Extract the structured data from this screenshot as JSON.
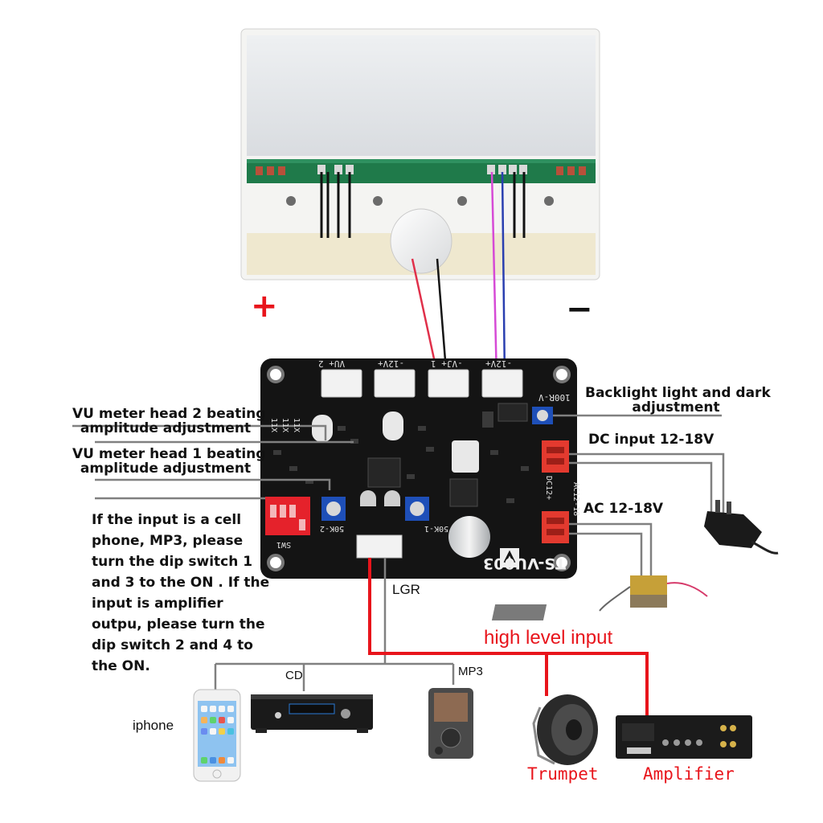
{
  "diagram": {
    "callouts": {
      "backlight": [
        "Backlight light and dark",
        "adjustment"
      ],
      "dc_input": "DC input 12-18V",
      "ac_input": "AC 12-18V",
      "vu2": [
        "VU meter head 2 beating",
        "amplitude adjustment"
      ],
      "vu1": [
        "VU meter head 1 beating",
        "amplitude adjustment"
      ],
      "dip_note": "If the input is a cell phone, MP3, please turn the dip switch 1 and 3 to the ON . If the input is amplifier outpu, please turn the dip switch 2 and 4 to the ON."
    },
    "signs": {
      "plus": "+",
      "minus": "−"
    },
    "connector_label": "LGR",
    "high_level_input": "high level input",
    "sources": {
      "iphone": "iphone",
      "cd": "CD",
      "mp3": "MP3"
    },
    "outputs": {
      "trumpet": "Trumpet",
      "amplifier": "Amplifier"
    },
    "board": {
      "model": "TS-VU003",
      "headers": [
        "VU+ 2",
        "-12V+",
        "-VJ+ 1",
        "-12V+"
      ],
      "marks": [
        "100R-V",
        "DC12+",
        "AC12-18",
        "50K-2",
        "50K-1",
        "SW1",
        "11X",
        "11X",
        "11X"
      ]
    },
    "colors": {
      "accent_red": "#e8141b",
      "pcb": "#141414",
      "wire_grey": "#808080"
    }
  }
}
